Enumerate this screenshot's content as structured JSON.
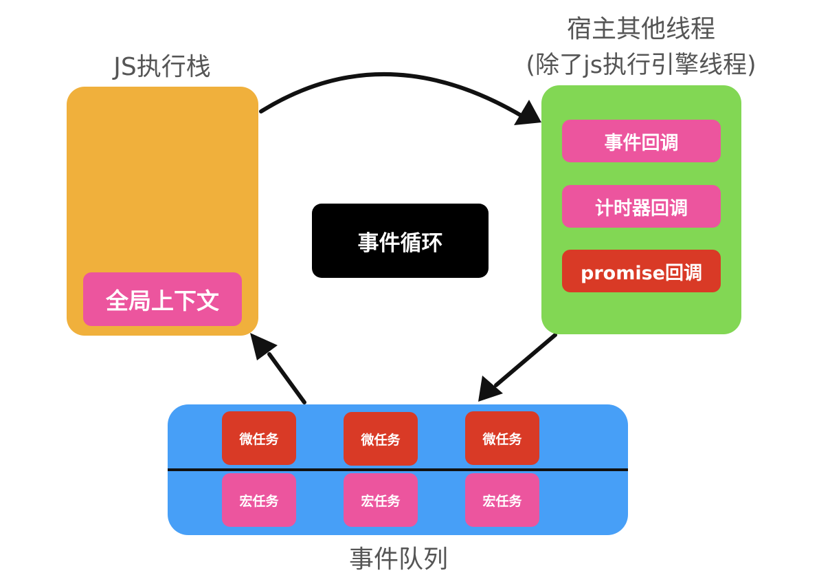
{
  "js_stack": {
    "title": "JS执行栈",
    "global_context": "全局上下文"
  },
  "host_threads": {
    "title_line1": "宿主其他线程",
    "title_line2": "(除了js执行引擎线程)",
    "callbacks": [
      "事件回调",
      "计时器回调",
      "promise回调"
    ]
  },
  "event_loop": {
    "label": "事件循环"
  },
  "event_queue": {
    "title": "事件队列",
    "micro_tasks": [
      "微任务",
      "微任务",
      "微任务"
    ],
    "macro_tasks": [
      "宏任务",
      "宏任务",
      "宏任务"
    ]
  },
  "colors": {
    "stack": "#f0b03c",
    "host": "#82d754",
    "queue": "#479ff7",
    "pink": "#ec559e",
    "red": "#d93a26",
    "black": "#000000",
    "title": "#555555"
  }
}
